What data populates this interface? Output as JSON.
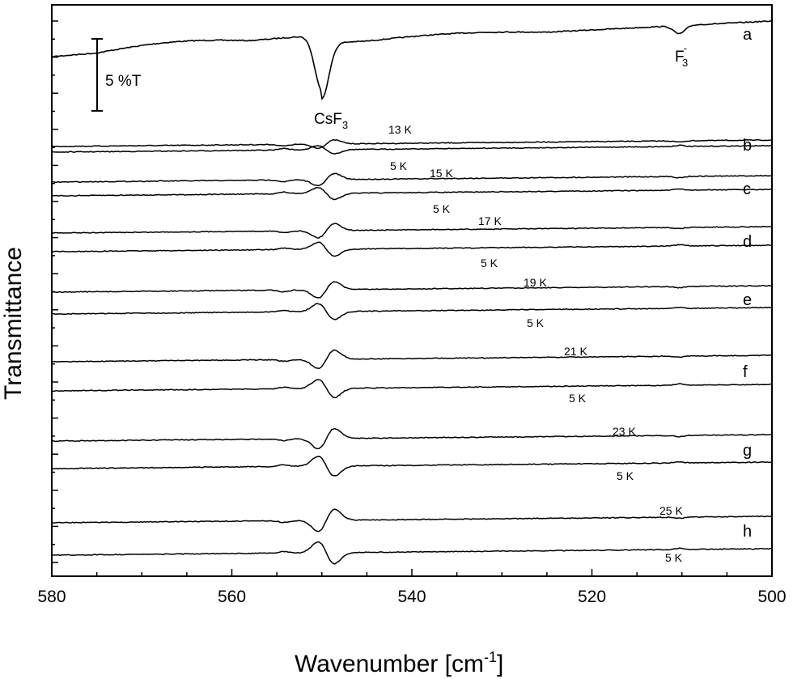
{
  "chart_data": {
    "type": "line",
    "xlabel": "Wavenumber [cm",
    "xlabel_sup": "-1",
    "xlabel_end": "]",
    "ylabel": "Transmittance",
    "xlim": [
      580,
      500
    ],
    "x_ticks": [
      "580",
      "560",
      "540",
      "520",
      "500"
    ],
    "scale_bar": "5 %T",
    "annotations": [
      {
        "text": "CsF",
        "sub": "3",
        "x": 550
      },
      {
        "text": "F",
        "sub": "3",
        "sup": "-",
        "x": 510
      }
    ],
    "series": [
      {
        "name": "13 K",
        "letter": "b",
        "type": "warm"
      },
      {
        "name": "5 K",
        "type": "cold"
      },
      {
        "name": "15 K",
        "letter": "c",
        "type": "warm"
      },
      {
        "name": "5 K",
        "type": "cold"
      },
      {
        "name": "17 K",
        "letter": "d",
        "type": "warm"
      },
      {
        "name": "5 K",
        "type": "cold"
      },
      {
        "name": "19 K",
        "letter": "e",
        "type": "warm"
      },
      {
        "name": "5 K",
        "type": "cold"
      },
      {
        "name": "21 K",
        "letter": "f",
        "type": "warm"
      },
      {
        "name": "5 K",
        "type": "cold"
      },
      {
        "name": "23 K",
        "letter": "g",
        "type": "warm"
      },
      {
        "name": "5 K",
        "type": "cold"
      },
      {
        "name": "25 K",
        "letter": "h",
        "type": "warm"
      },
      {
        "name": "5 K",
        "type": "cold"
      }
    ],
    "top_trace_letter": "a",
    "grid": false,
    "legend": "none"
  }
}
